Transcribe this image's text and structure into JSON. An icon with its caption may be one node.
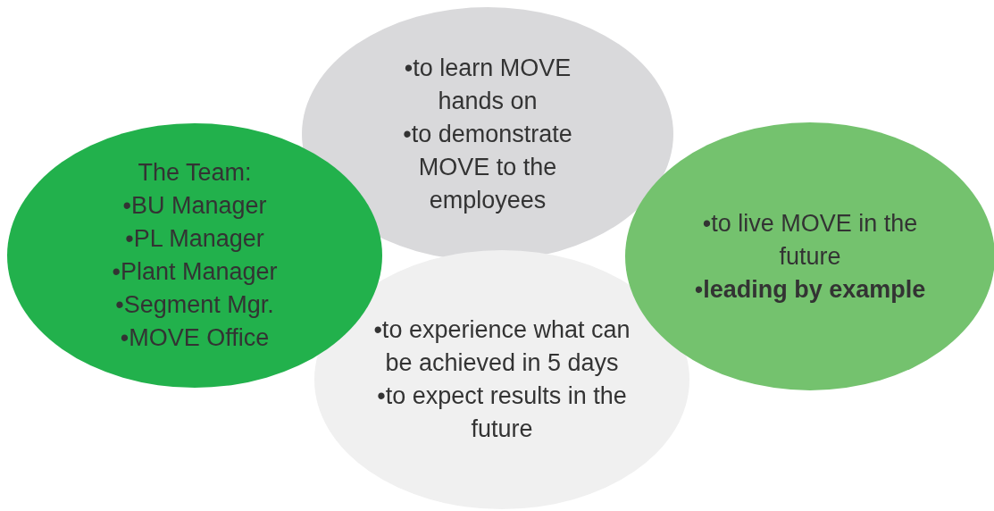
{
  "diagram": {
    "nodes": [
      {
        "text": [
          "The Team:",
          "•BU Manager",
          "•PL Manager",
          "•Plant Manager",
          "•Segment Mgr.",
          "•MOVE Office"
        ]
      },
      {
        "text": [
          "•to learn MOVE hands on",
          "•to demonstrate MOVE to the employees"
        ]
      },
      {
        "text": [
          "•to experience what can be achieved in 5 days",
          "•to expect results in the future"
        ]
      },
      {
        "text": [
          "•to live MOVE in the future",
          "•**leading by example**"
        ]
      }
    ]
  }
}
